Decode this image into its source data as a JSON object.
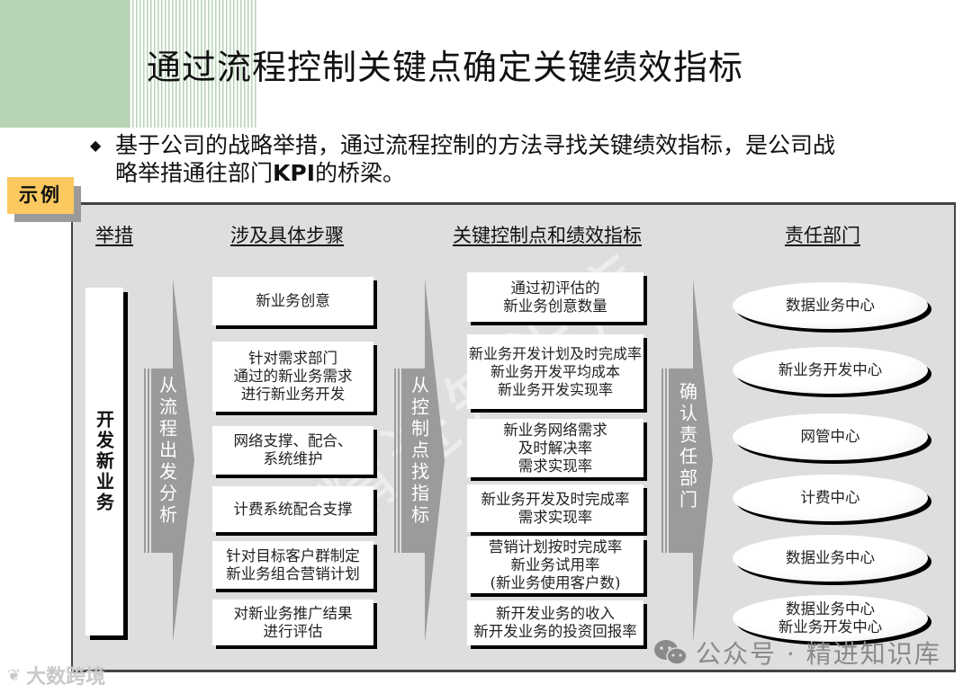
{
  "title": "通过流程控制关键点确定关键绩效指标",
  "intro": {
    "bullet": "◆",
    "line1": "基于公司的战略举措，通过流程控制的方法寻找关键绩效指标，是公司战",
    "line2_pre": "略举措通往部门",
    "line2_bold": "KPI",
    "line2_post": "的桥梁。"
  },
  "tag": "示例",
  "columns": {
    "measure": "举措",
    "steps": "涉及具体步骤",
    "kpi": "关键控制点和绩效指标",
    "dept": "责任部门"
  },
  "measure_box": "开发新业务",
  "arrows": [
    {
      "label": "从流程出发分析"
    },
    {
      "label": "从控制点找指标"
    },
    {
      "label": "确认责任部门"
    }
  ],
  "steps": [
    "新业务创意",
    "针对需求部门\n通过的新业务需求\n进行新业务开发",
    "网络支撑、配合、\n系统维护",
    "计费系统配合支撑",
    "针对目标客户群制定\n新业务组合营销计划",
    "对新业务推广结果\n进行评估"
  ],
  "kpis": [
    "通过初评估的\n新业务创意数量",
    "新业务开发计划及时完成率\n新业务开发平均成本\n新业务开发实现率",
    "新业务网络需求\n及时解决率\n需求实现率",
    "新业务开发及时完成率\n需求实现率",
    "营销计划按时完成率\n新业务试用率\n(新业务使用客户数)",
    "新开发业务的收入\n新开发业务的投资回报率"
  ],
  "departments": [
    "数据业务中心",
    "新业务开发中心",
    "网管中心",
    "计费中心",
    "数据业务中心",
    "数据业务中心\n新业务开发中心"
  ],
  "watermarks": {
    "center": "精进知识库",
    "bottom_right": "公众号 · 精进知识库",
    "bottom_left": "大数跨境"
  },
  "colors": {
    "header_green": "#b6d3b4",
    "tag_yellow": "#fbc95f",
    "panel_gray": "#dedede",
    "arrow_gray": "#9b9b9b"
  }
}
